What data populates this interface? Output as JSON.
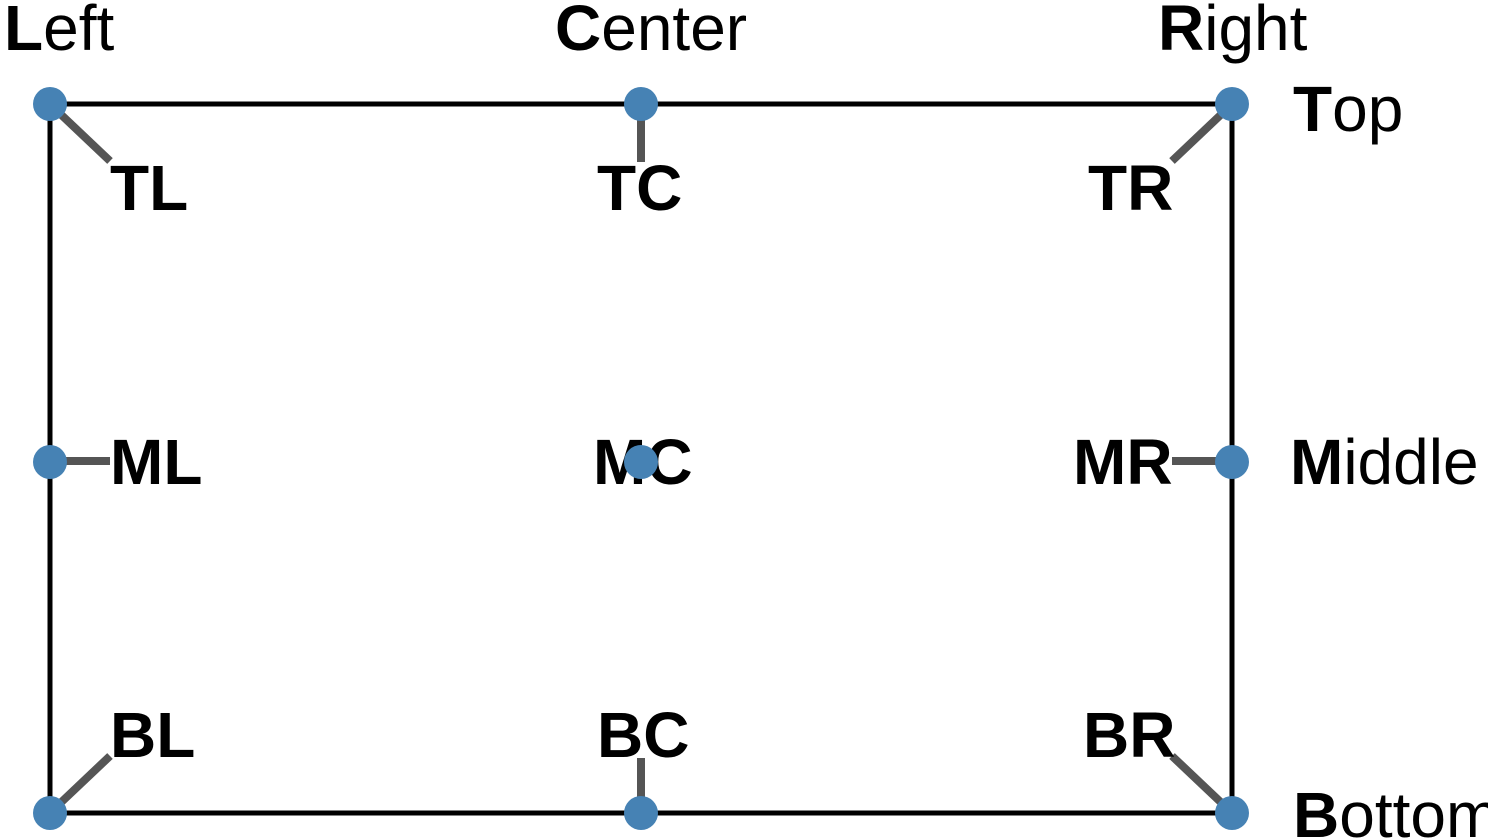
{
  "colors": {
    "dot": "#4682b4",
    "connector": "#555555",
    "border": "#000000",
    "text": "#000000"
  },
  "headers": {
    "left": {
      "initial": "L",
      "rest": "eft"
    },
    "center": {
      "initial": "C",
      "rest": "enter"
    },
    "right": {
      "initial": "R",
      "rest": "ight"
    }
  },
  "side_labels": {
    "top": {
      "initial": "T",
      "rest": "op"
    },
    "middle": {
      "initial": "M",
      "rest": "iddle"
    },
    "bottom": {
      "initial": "B",
      "rest": "ottom"
    }
  },
  "anchors": [
    {
      "label": "TL",
      "horizontal": "left",
      "vertical": "top"
    },
    {
      "label": "TC",
      "horizontal": "center",
      "vertical": "top"
    },
    {
      "label": "TR",
      "horizontal": "right",
      "vertical": "top"
    },
    {
      "label": "ML",
      "horizontal": "left",
      "vertical": "middle"
    },
    {
      "label": "MC",
      "horizontal": "center",
      "vertical": "middle"
    },
    {
      "label": "MR",
      "horizontal": "right",
      "vertical": "middle"
    },
    {
      "label": "BL",
      "horizontal": "left",
      "vertical": "bottom"
    },
    {
      "label": "BC",
      "horizontal": "center",
      "vertical": "bottom"
    },
    {
      "label": "BR",
      "horizontal": "right",
      "vertical": "bottom"
    }
  ]
}
